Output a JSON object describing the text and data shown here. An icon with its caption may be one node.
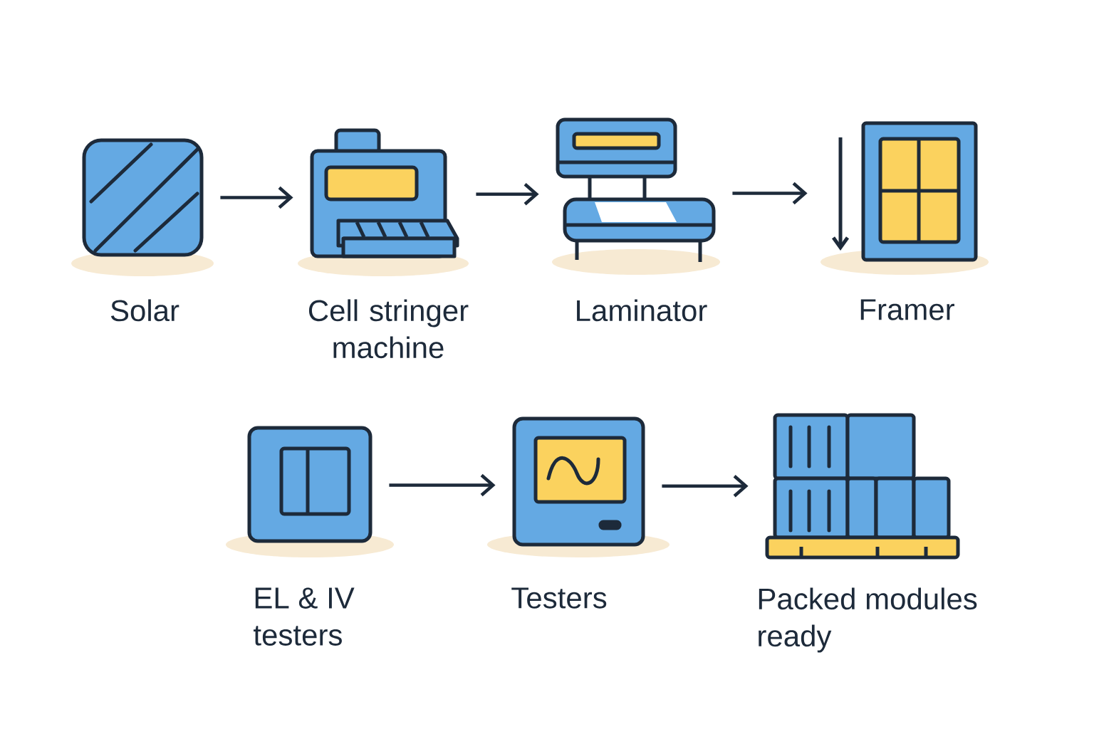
{
  "diagram": {
    "nodes": [
      {
        "text": [
          "Solar"
        ]
      },
      {
        "text": [
          "Cell stringer machine"
        ]
      },
      {
        "text": [
          "Laminator"
        ]
      },
      {
        "text": [
          "Framer"
        ]
      },
      {
        "text": [
          "EL & IV testers"
        ]
      },
      {
        "text": [
          "Testers"
        ]
      },
      {
        "text": [
          "Packed modules ready"
        ]
      }
    ],
    "edges": [
      {
        "from": 0,
        "to": 1,
        "arrow": "to"
      },
      {
        "from": 1,
        "to": 2,
        "arrow": "to"
      },
      {
        "from": 2,
        "to": 3,
        "arrow": "to"
      },
      {
        "from": 4,
        "to": 5,
        "arrow": "to"
      },
      {
        "from": 5,
        "to": 6,
        "arrow": "to"
      }
    ]
  }
}
